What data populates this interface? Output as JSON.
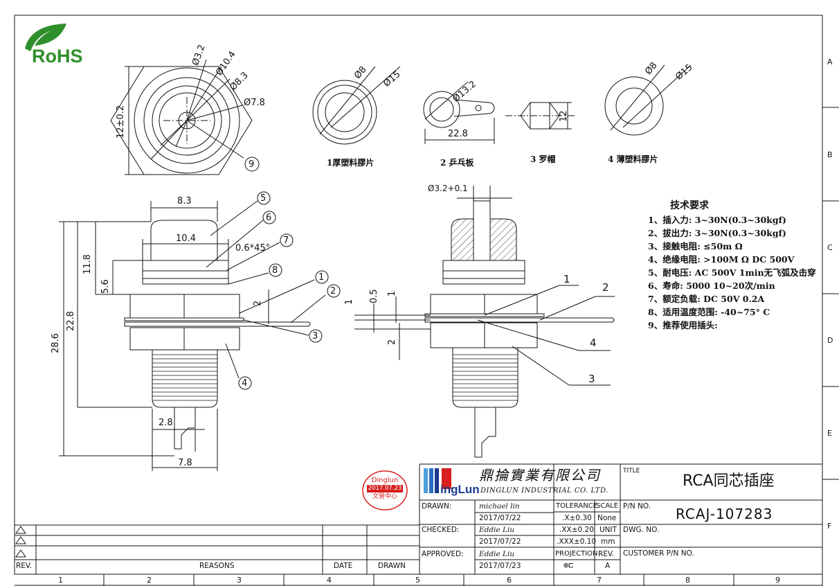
{
  "logo": {
    "rohs": "RoHS",
    "rohs_color": "#2f8f2a",
    "brand": "ingLun",
    "brand_color": "#1a3a8c"
  },
  "top_view": {
    "height_dim": "12±0.2",
    "dia_labels": [
      "Ø3.2",
      "Ø10.4",
      "Ø8.3",
      "Ø7.8"
    ],
    "callout": "9"
  },
  "parts": [
    {
      "caption": "1厚塑料膠片",
      "dims": [
        "Ø8",
        "Ø15"
      ]
    },
    {
      "caption": "2 乒乓板",
      "dims": [
        "Ø13.2",
        "22.8"
      ]
    },
    {
      "caption": "3 罗帽",
      "dims": [
        "12"
      ]
    },
    {
      "caption": "4 薄塑料膠片",
      "dims": [
        "Ø8",
        "Ø15"
      ]
    }
  ],
  "side_view": {
    "dims": [
      "8.3",
      "10.4",
      "0.6*45°",
      "11.8",
      "5.6",
      "22.8",
      "28.6",
      "2",
      "2.8",
      "7.8"
    ],
    "callouts": [
      "5",
      "6",
      "7",
      "8",
      "1",
      "2",
      "3",
      "4"
    ]
  },
  "section_view": {
    "dims": [
      "Ø3.2+0.1",
      "0.5",
      "1",
      "1",
      "2"
    ],
    "callouts": [
      "1",
      "2",
      "4",
      "3"
    ]
  },
  "spec": {
    "title": "技术要求",
    "items": [
      "1、插入力: 3~30N(0.3~30kgf)",
      "2、拔出力: 3~30N(0.3~30kgf)",
      "3、接触电阻: ≤50m Ω",
      "4、绝缘电阻: >100M Ω  DC  500V",
      "5、耐电压: AC  500V  1min无飞弧及击穿",
      "6、寿命: 5000 10~20次/min",
      "7、额定负载: DC  50V  0.2A",
      "8、适用温度范围: -40~75° C",
      "9、推荐使用插头:"
    ]
  },
  "stamp": {
    "lines": [
      "Dinglun",
      "2017.07.23",
      "文管中心"
    ],
    "color": "#d81e1e"
  },
  "company": {
    "name_cn": "鼎掄實業有限公司",
    "name_en": "DINGLUN INDUSTRIAL CO. LTD."
  },
  "title_block": {
    "title_label": "TITLE",
    "title": "RCA同芯插座",
    "pn_label": "P/N NO.",
    "pn": "RCAJ-107283",
    "dwg_label": "DWG. NO.",
    "customer_label": "CUSTOMER P/N NO.",
    "drawn_label": "DRAWN:",
    "drawn_by": "michael lin",
    "drawn_date": "2017/07/22",
    "checked_label": "CHECKED:",
    "checked_by": "Eddie Liu",
    "checked_date": "2017/07/22",
    "approved_label": "APPROVED:",
    "approved_by": "Eddie Liu",
    "approved_date": "2017/07/23",
    "tolerance_label": "TOLERANCE",
    "tol1": ".X±0.30",
    "tol2": ".XX±0.20",
    "tol3": ".XXX±0.10",
    "scale_label": "SCALE",
    "scale": "None",
    "unit_label": "UNIT",
    "unit": "mm",
    "projection_label": "PROJECTION",
    "rev_label": "REV.",
    "rev": "A"
  },
  "revision_block": {
    "rev": "REV.",
    "reasons": "REASONS",
    "date": "DATE",
    "drawn": "DRAWN"
  },
  "zones": {
    "columns": [
      "1",
      "2",
      "3",
      "4",
      "5",
      "6",
      "7",
      "8",
      "9"
    ],
    "rows": [
      "A",
      "B",
      "C",
      "D",
      "E",
      "F"
    ]
  }
}
